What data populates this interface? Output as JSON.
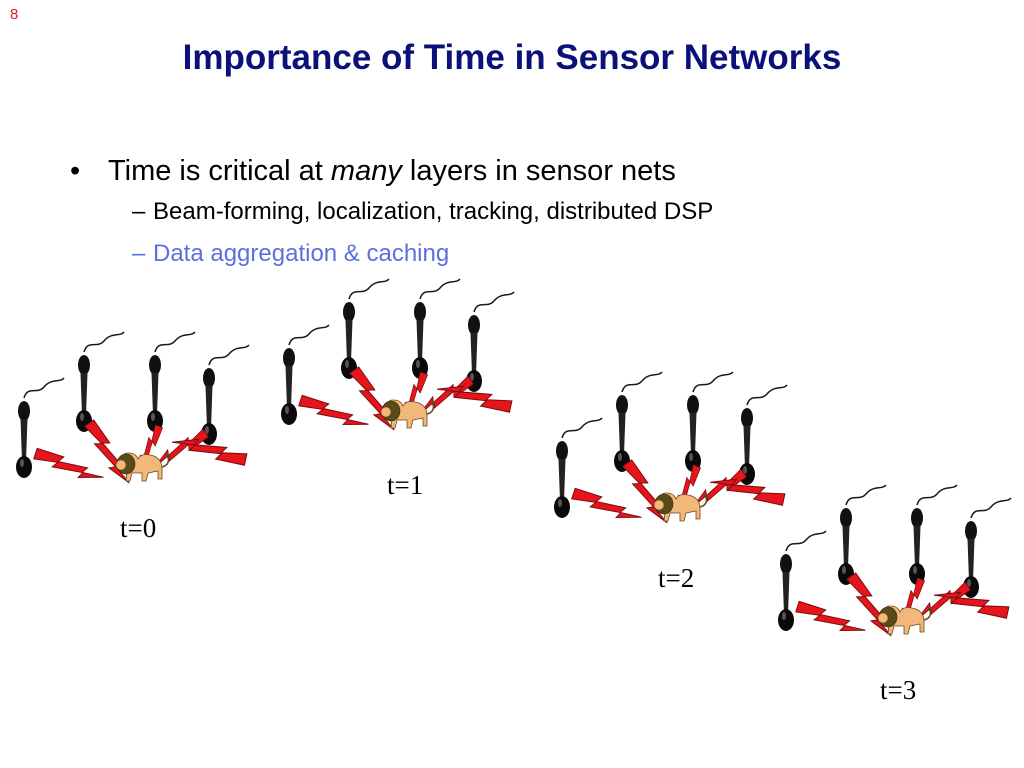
{
  "slide": {
    "number": "8",
    "title": "Importance of Time in Sensor Networks",
    "bullet": {
      "before": "Time is critical at ",
      "emphasis": "many",
      "after": " layers in sensor nets"
    },
    "subbullets": [
      {
        "text": "Beam-forming, localization, tracking, distributed DSP"
      },
      {
        "text": "Data aggregation & caching"
      }
    ],
    "time_labels": [
      "t=0",
      "t=1",
      "t=2",
      "t=3"
    ],
    "colors": {
      "title": "#0a1178",
      "highlight": "#5b6fe0",
      "lightning": "#e8141c",
      "microphone": "#111111",
      "lion_body": "#f2b87a",
      "lion_mane": "#5a4a18"
    },
    "icons": [
      "microphone-icon",
      "lightning-bolt-icon",
      "lion-icon"
    ]
  }
}
